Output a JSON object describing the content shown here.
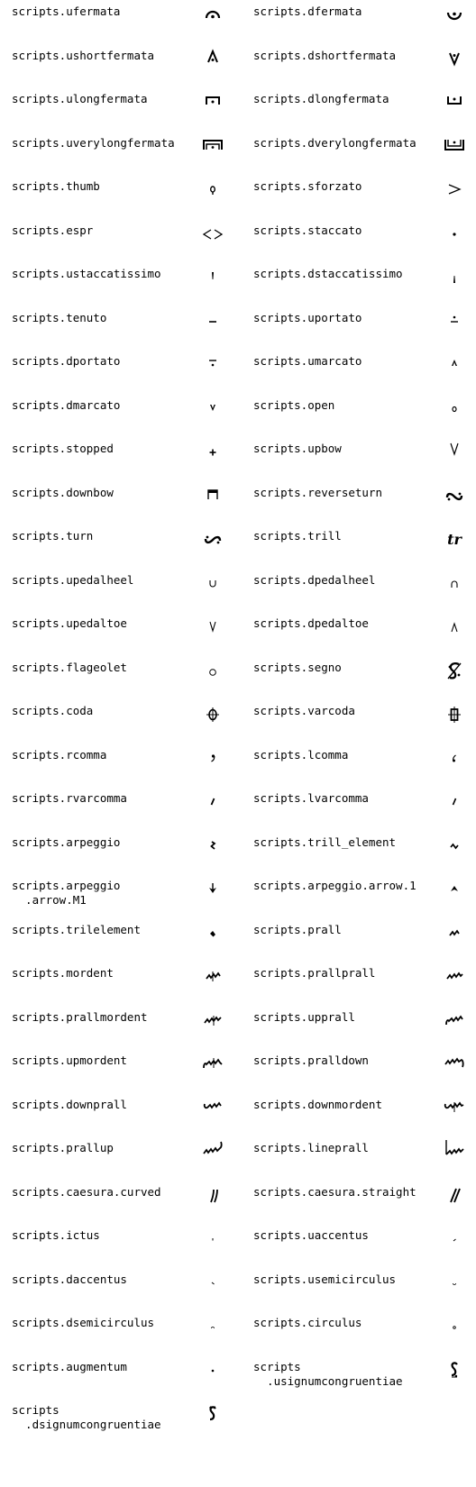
{
  "symbols": [
    {
      "name": "scripts.ufermata",
      "glyph": "ufermata"
    },
    {
      "name": "scripts.dfermata",
      "glyph": "dfermata"
    },
    {
      "name": "scripts.ushortfermata",
      "glyph": "ushortfermata"
    },
    {
      "name": "scripts.dshortfermata",
      "glyph": "dshortfermata"
    },
    {
      "name": "scripts.ulongfermata",
      "glyph": "ulongfermata"
    },
    {
      "name": "scripts.dlongfermata",
      "glyph": "dlongfermata"
    },
    {
      "name": "scripts.uverylongfermata",
      "glyph": "uverylongfermata"
    },
    {
      "name": "scripts.dverylongfermata",
      "glyph": "dverylongfermata"
    },
    {
      "name": "scripts.thumb",
      "glyph": "thumb"
    },
    {
      "name": "scripts.sforzato",
      "glyph": "sforzato"
    },
    {
      "name": "scripts.espr",
      "glyph": "espr"
    },
    {
      "name": "scripts.staccato",
      "glyph": "staccato"
    },
    {
      "name": "scripts.ustaccatissimo",
      "glyph": "ustaccatissimo"
    },
    {
      "name": "scripts.dstaccatissimo",
      "glyph": "dstaccatissimo"
    },
    {
      "name": "scripts.tenuto",
      "glyph": "tenuto"
    },
    {
      "name": "scripts.uportato",
      "glyph": "uportato"
    },
    {
      "name": "scripts.dportato",
      "glyph": "dportato"
    },
    {
      "name": "scripts.umarcato",
      "glyph": "umarcato"
    },
    {
      "name": "scripts.dmarcato",
      "glyph": "dmarcato"
    },
    {
      "name": "scripts.open",
      "glyph": "open"
    },
    {
      "name": "scripts.stopped",
      "glyph": "stopped"
    },
    {
      "name": "scripts.upbow",
      "glyph": "upbow"
    },
    {
      "name": "scripts.downbow",
      "glyph": "downbow"
    },
    {
      "name": "scripts.reverseturn",
      "glyph": "reverseturn"
    },
    {
      "name": "scripts.turn",
      "glyph": "turn"
    },
    {
      "name": "scripts.trill",
      "glyph": "trill"
    },
    {
      "name": "scripts.upedalheel",
      "glyph": "upedalheel"
    },
    {
      "name": "scripts.dpedalheel",
      "glyph": "dpedalheel"
    },
    {
      "name": "scripts.upedaltoe",
      "glyph": "upedaltoe"
    },
    {
      "name": "scripts.dpedaltoe",
      "glyph": "dpedaltoe"
    },
    {
      "name": "scripts.flageolet",
      "glyph": "flageolet"
    },
    {
      "name": "scripts.segno",
      "glyph": "segno"
    },
    {
      "name": "scripts.coda",
      "glyph": "coda"
    },
    {
      "name": "scripts.varcoda",
      "glyph": "varcoda"
    },
    {
      "name": "scripts.rcomma",
      "glyph": "rcomma"
    },
    {
      "name": "scripts.lcomma",
      "glyph": "lcomma"
    },
    {
      "name": "scripts.rvarcomma",
      "glyph": "rvarcomma"
    },
    {
      "name": "scripts.lvarcomma",
      "glyph": "lvarcomma"
    },
    {
      "name": "scripts.arpeggio",
      "glyph": "arpeggio"
    },
    {
      "name": "scripts.trill_element",
      "glyph": "trill_element"
    },
    {
      "name": "scripts.arpeggio\n  .arrow.M1",
      "glyph": "arrowM1"
    },
    {
      "name": "scripts.arpeggio.arrow.1",
      "glyph": "arrow1"
    },
    {
      "name": "scripts.trilelement",
      "glyph": "trilelement"
    },
    {
      "name": "scripts.prall",
      "glyph": "prall"
    },
    {
      "name": "scripts.mordent",
      "glyph": "mordent"
    },
    {
      "name": "scripts.prallprall",
      "glyph": "prallprall"
    },
    {
      "name": "scripts.prallmordent",
      "glyph": "prallmordent"
    },
    {
      "name": "scripts.upprall",
      "glyph": "upprall"
    },
    {
      "name": "scripts.upmordent",
      "glyph": "upmordent"
    },
    {
      "name": "scripts.pralldown",
      "glyph": "pralldown"
    },
    {
      "name": "scripts.downprall",
      "glyph": "downprall"
    },
    {
      "name": "scripts.downmordent",
      "glyph": "downmordent"
    },
    {
      "name": "scripts.prallup",
      "glyph": "prallup"
    },
    {
      "name": "scripts.lineprall",
      "glyph": "lineprall"
    },
    {
      "name": "scripts.caesura.curved",
      "glyph": "caesura_curved"
    },
    {
      "name": "scripts.caesura.straight",
      "glyph": "caesura_straight"
    },
    {
      "name": "scripts.ictus",
      "glyph": "ictus"
    },
    {
      "name": "scripts.uaccentus",
      "glyph": "uaccentus"
    },
    {
      "name": "scripts.daccentus",
      "glyph": "daccentus"
    },
    {
      "name": "scripts.usemicirculus",
      "glyph": "usemicirculus"
    },
    {
      "name": "scripts.dsemicirculus",
      "glyph": "dsemicirculus"
    },
    {
      "name": "scripts.circulus",
      "glyph": "circulus"
    },
    {
      "name": "scripts.augmentum",
      "glyph": "augmentum"
    },
    {
      "name": "scripts\n  .usignumcongruentiae",
      "glyph": "usignum"
    },
    {
      "name": "scripts\n  .dsignumcongruentiae",
      "glyph": "dsignum"
    }
  ]
}
